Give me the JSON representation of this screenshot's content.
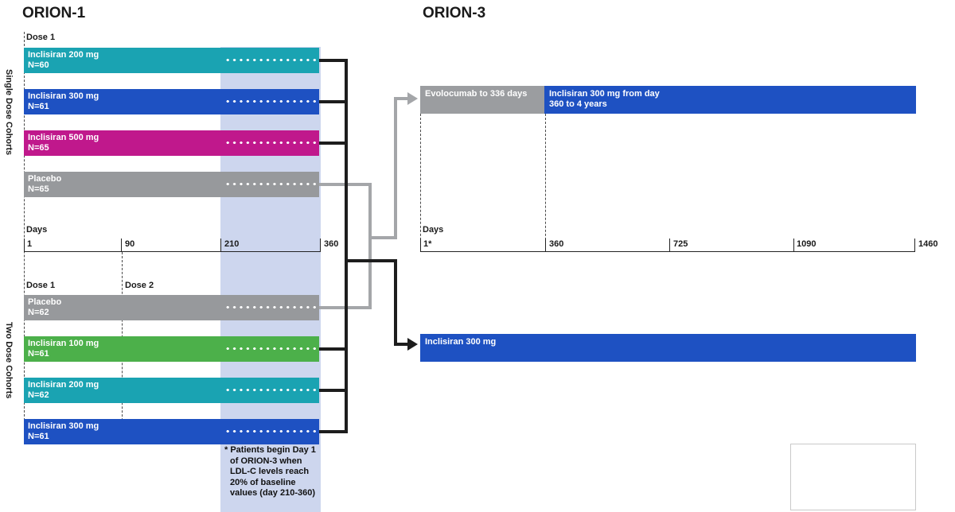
{
  "orion1": {
    "title": "ORION-1",
    "single_group_label": "Single Dose Cohorts",
    "two_group_label": "Two Dose Cohorts",
    "single_dose_label": "Dose 1",
    "two_dose1_label": "Dose 1",
    "two_dose2_label": "Dose 2",
    "axis": {
      "label": "Days",
      "ticks": [
        "1",
        "90",
        "210",
        "360"
      ]
    },
    "single_bars": [
      {
        "name": "Inclisiran 200 mg",
        "n": "N=60",
        "color": "#1aa3b2"
      },
      {
        "name": "Inclisiran 300 mg",
        "n": "N=61",
        "color": "#1e51c2"
      },
      {
        "name": "Inclisiran 500 mg",
        "n": "N=65",
        "color": "#c0188c"
      },
      {
        "name": "Placebo",
        "n": "N=65",
        "color": "#97999c"
      }
    ],
    "two_bars": [
      {
        "name": "Placebo",
        "n": "N=62",
        "color": "#97999c"
      },
      {
        "name": "Inclisiran 100 mg",
        "n": "N=61",
        "color": "#4cb04a"
      },
      {
        "name": "Inclisiran 200 mg",
        "n": "N=62",
        "color": "#1aa3b2"
      },
      {
        "name": "Inclisiran 300 mg",
        "n": "N=61",
        "color": "#1e51c2"
      }
    ],
    "footnote_lines": [
      "* Patients begin Day 1",
      "of ORION-3 when",
      "LDL-C levels reach",
      "20% of baseline",
      "values (day 210-360)"
    ]
  },
  "orion3": {
    "title": "ORION-3",
    "axis": {
      "label": "Days",
      "ticks": [
        "1*",
        "360",
        "725",
        "1090",
        "1460"
      ]
    },
    "evolocumab_bar": {
      "label": "Evolocumab to 336 days",
      "color": "#9b9da0"
    },
    "continuation_bar": {
      "line1": "Inclisiran 300 mg from day",
      "line2": "360 to 4 years",
      "color": "#1e51c2"
    },
    "inclisiran_bar": {
      "label": "Inclisiran 300 mg",
      "color": "#1e51c2"
    }
  },
  "colors": {
    "shade": "#cdd6ee",
    "black_connector": "#1d1d1d",
    "gray_connector": "#a4a6a9"
  }
}
